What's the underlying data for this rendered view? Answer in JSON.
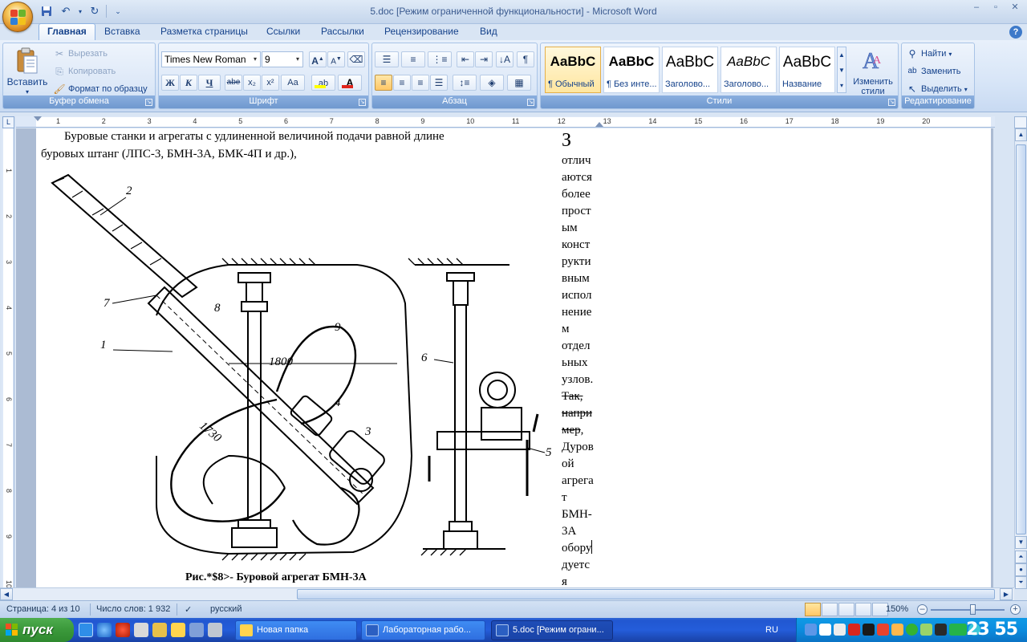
{
  "window": {
    "title": "5.doc [Режим ограниченной функциональности] - Microsoft Word"
  },
  "ribbon_tabs": [
    "Главная",
    "Вставка",
    "Разметка страницы",
    "Ссылки",
    "Рассылки",
    "Рецензирование",
    "Вид"
  ],
  "clipboard": {
    "paste": "Вставить",
    "cut": "Вырезать",
    "copy": "Копировать",
    "format_painter": "Формат по образцу",
    "label": "Буфер обмена"
  },
  "font": {
    "family": "Times New Roman",
    "size": "9",
    "bold": "Ж",
    "italic": "К",
    "underline": "Ч",
    "strike": "abe",
    "sub": "x₂",
    "sup": "x²",
    "case": "Aa",
    "grow": "A",
    "shrink": "A",
    "label": "Шрифт"
  },
  "paragraph": {
    "label": "Абзац"
  },
  "styles": {
    "items": [
      {
        "sample": "AaBbC",
        "name": "¶ Обычный"
      },
      {
        "sample": "AaBbC",
        "name": "¶ Без инте..."
      },
      {
        "sample": "AaBbC",
        "name": "Заголово..."
      },
      {
        "sample": "AaBbC",
        "name": "Заголово..."
      },
      {
        "sample": "AaBbC",
        "name": "Название"
      }
    ],
    "change": "Изменить стили",
    "label": "Стили"
  },
  "editing": {
    "find": "Найти",
    "replace": "Заменить",
    "select": "Выделить",
    "label": "Редактирование"
  },
  "ruler": {
    "h_numbers": [
      "1",
      "2",
      "3",
      "4",
      "5",
      "6",
      "7",
      "8",
      "9",
      "10",
      "11",
      "12",
      "13",
      "14",
      "15",
      "16",
      "17",
      "18",
      "19",
      "20"
    ],
    "v_numbers": [
      "1",
      "2",
      "3",
      "4",
      "5",
      "6",
      "7",
      "8",
      "9",
      "10"
    ]
  },
  "document": {
    "line1": "Буровые станки и агрегаты с удлиненной величиной подачи равной длине",
    "line2": "буровых штанг (ЛПС-3, БМН-3А, БМК-4П и др.),",
    "figure_labels": {
      "l1": "1",
      "l2": "2",
      "l3": "3",
      "l4": "4",
      "l5": "5",
      "l6": "6",
      "l7": "7",
      "l8": "8",
      "l9": "9",
      "d1800": "1800",
      "d1730": "1730"
    },
    "caption": "Рис.*$8>- Буровой агрегат БМН-3А",
    "column2": {
      "big": "З",
      "words": [
        "отлич",
        "аются",
        "более",
        "прост",
        "ым",
        "конст",
        "рукти",
        "вным",
        "испол",
        "нение",
        "м",
        "отдел",
        "ьных",
        "узлов."
      ],
      "struck": [
        "Так,",
        "напри",
        "мер"
      ],
      "after_comma": ",",
      "words2": [
        "Дуров",
        "ой",
        "агрега",
        "т",
        "БМН-",
        "3А",
        "обору"
      ],
      "words3": [
        "дуетс",
        "я"
      ]
    }
  },
  "status": {
    "page": "Страница: 4 из 10",
    "words": "Число слов: 1 932",
    "language": "русский",
    "zoom": "150%"
  },
  "taskbar": {
    "start": "пуск",
    "tasks": [
      "Новая папка",
      "Лабораторная рабо...",
      "5.doc [Режим ограни..."
    ],
    "lang": "RU",
    "clock": "23 55"
  }
}
